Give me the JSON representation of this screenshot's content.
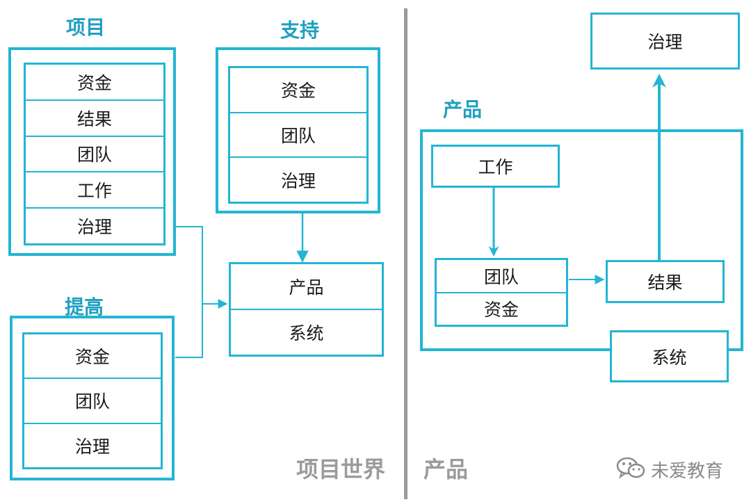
{
  "colors": {
    "accent": "#23b5d3",
    "title": "#1f9fc0",
    "divider": "#9b9b9b",
    "text": "#1a1a1a"
  },
  "project": {
    "title": "项目",
    "items": [
      "资金",
      "结果",
      "团队",
      "工作",
      "治理"
    ]
  },
  "improve": {
    "title": "提高",
    "items": [
      "资金",
      "团队",
      "治理"
    ]
  },
  "support": {
    "title": "支持",
    "items": [
      "资金",
      "团队",
      "治理"
    ]
  },
  "left_product": {
    "items": [
      "产品",
      "系统"
    ]
  },
  "right": {
    "title": "产品",
    "governance": "治理",
    "work": "工作",
    "team_funds": [
      "团队",
      "资金"
    ],
    "results": "结果",
    "system": "系统"
  },
  "footer": {
    "left": "项目世界",
    "right": "产品"
  },
  "watermark": {
    "text": "未爱教育",
    "icon": "wechat-icon"
  }
}
